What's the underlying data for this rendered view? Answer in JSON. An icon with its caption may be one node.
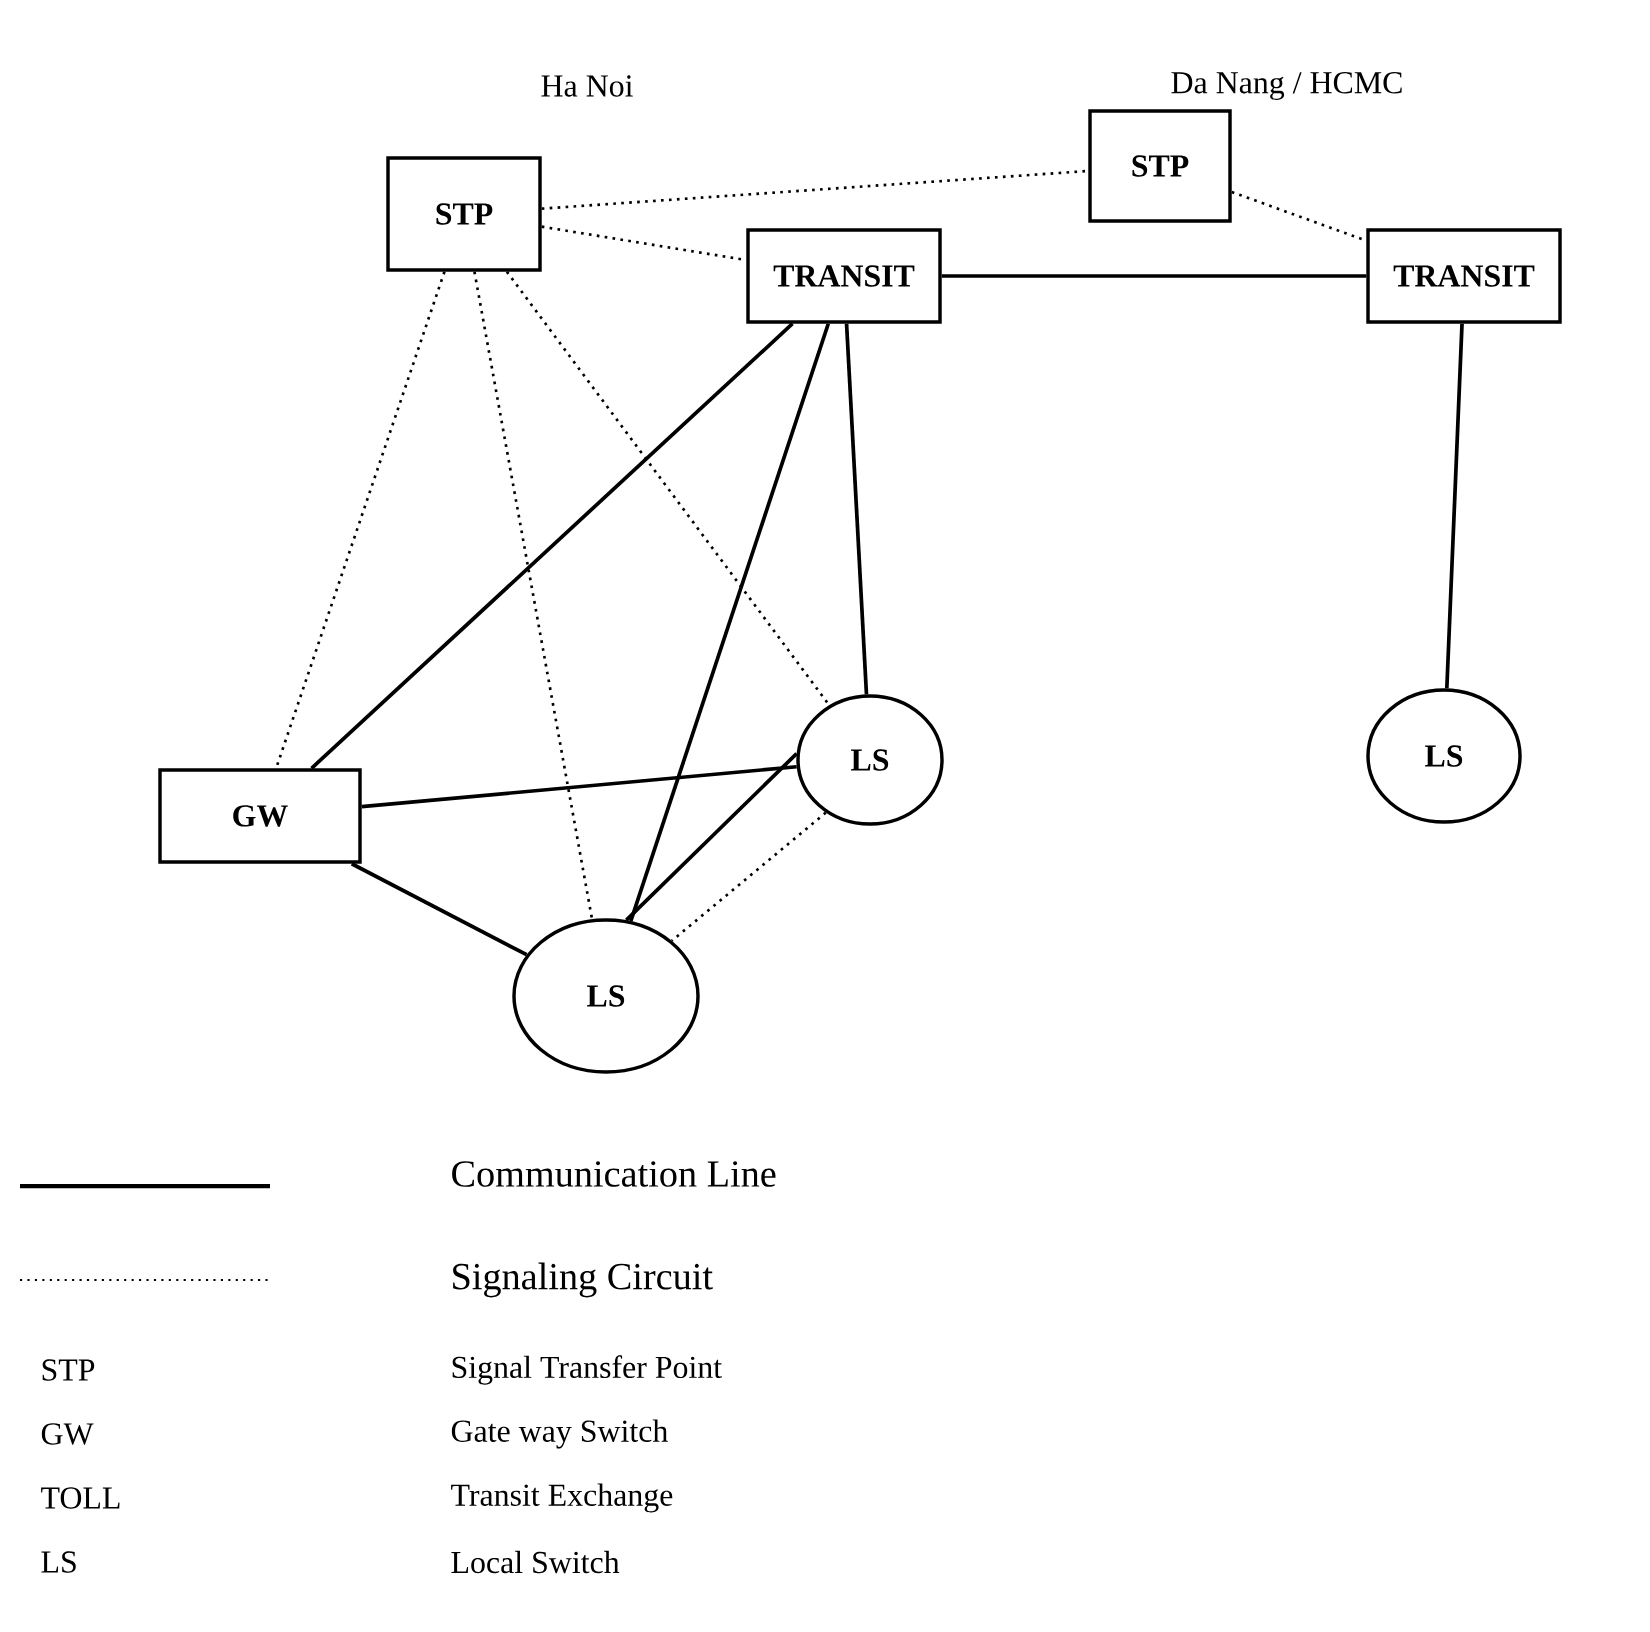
{
  "diagram": {
    "nodes": [
      {
        "text": [
          "STP"
        ]
      },
      {
        "text": [
          "STP"
        ]
      },
      {
        "text": [
          "TRANSIT"
        ]
      },
      {
        "text": [
          "TRANSIT"
        ]
      },
      {
        "text": [
          "GW"
        ]
      },
      {
        "text": [
          "LS"
        ]
      },
      {
        "text": [
          "LS"
        ]
      },
      {
        "text": [
          "LS"
        ]
      }
    ],
    "edges": [
      {
        "from": 0,
        "to": 1,
        "arrow": "none",
        "style": "dashed"
      },
      {
        "from": 1,
        "to": 3,
        "arrow": "none",
        "style": "dashed"
      },
      {
        "from": 0,
        "to": 2,
        "arrow": "none",
        "style": "dashed"
      },
      {
        "from": 0,
        "to": 4,
        "arrow": "none",
        "style": "dashed"
      },
      {
        "from": 0,
        "to": 6,
        "arrow": "none",
        "style": "dashed"
      },
      {
        "from": 0,
        "to": 5,
        "arrow": "none",
        "style": "dashed"
      },
      {
        "from": 2,
        "to": 3,
        "arrow": "none"
      },
      {
        "from": 3,
        "to": 7,
        "arrow": "none"
      },
      {
        "from": 2,
        "to": 4,
        "arrow": "none"
      },
      {
        "from": 2,
        "to": 5,
        "arrow": "none"
      },
      {
        "from": 2,
        "to": 6,
        "arrow": "none"
      },
      {
        "from": 4,
        "to": 5,
        "arrow": "none"
      },
      {
        "from": 4,
        "to": 6,
        "arrow": "none"
      },
      {
        "from": 5,
        "to": 6,
        "arrow": "none"
      },
      {
        "from": 5,
        "to": 6,
        "arrow": "none",
        "style": "dashed"
      }
    ],
    "labels": [
      "Ha Noi",
      "Da Nang / HCMC",
      "STP",
      "Signal Transfer Point",
      "GW",
      "Gate way Switch",
      "TOLL",
      "Transit Exchange",
      "LS",
      "Local Switch"
    ],
    "legend": [
      {
        "text": "Communication Line"
      },
      {
        "text": "Signaling Circuit"
      }
    ]
  }
}
